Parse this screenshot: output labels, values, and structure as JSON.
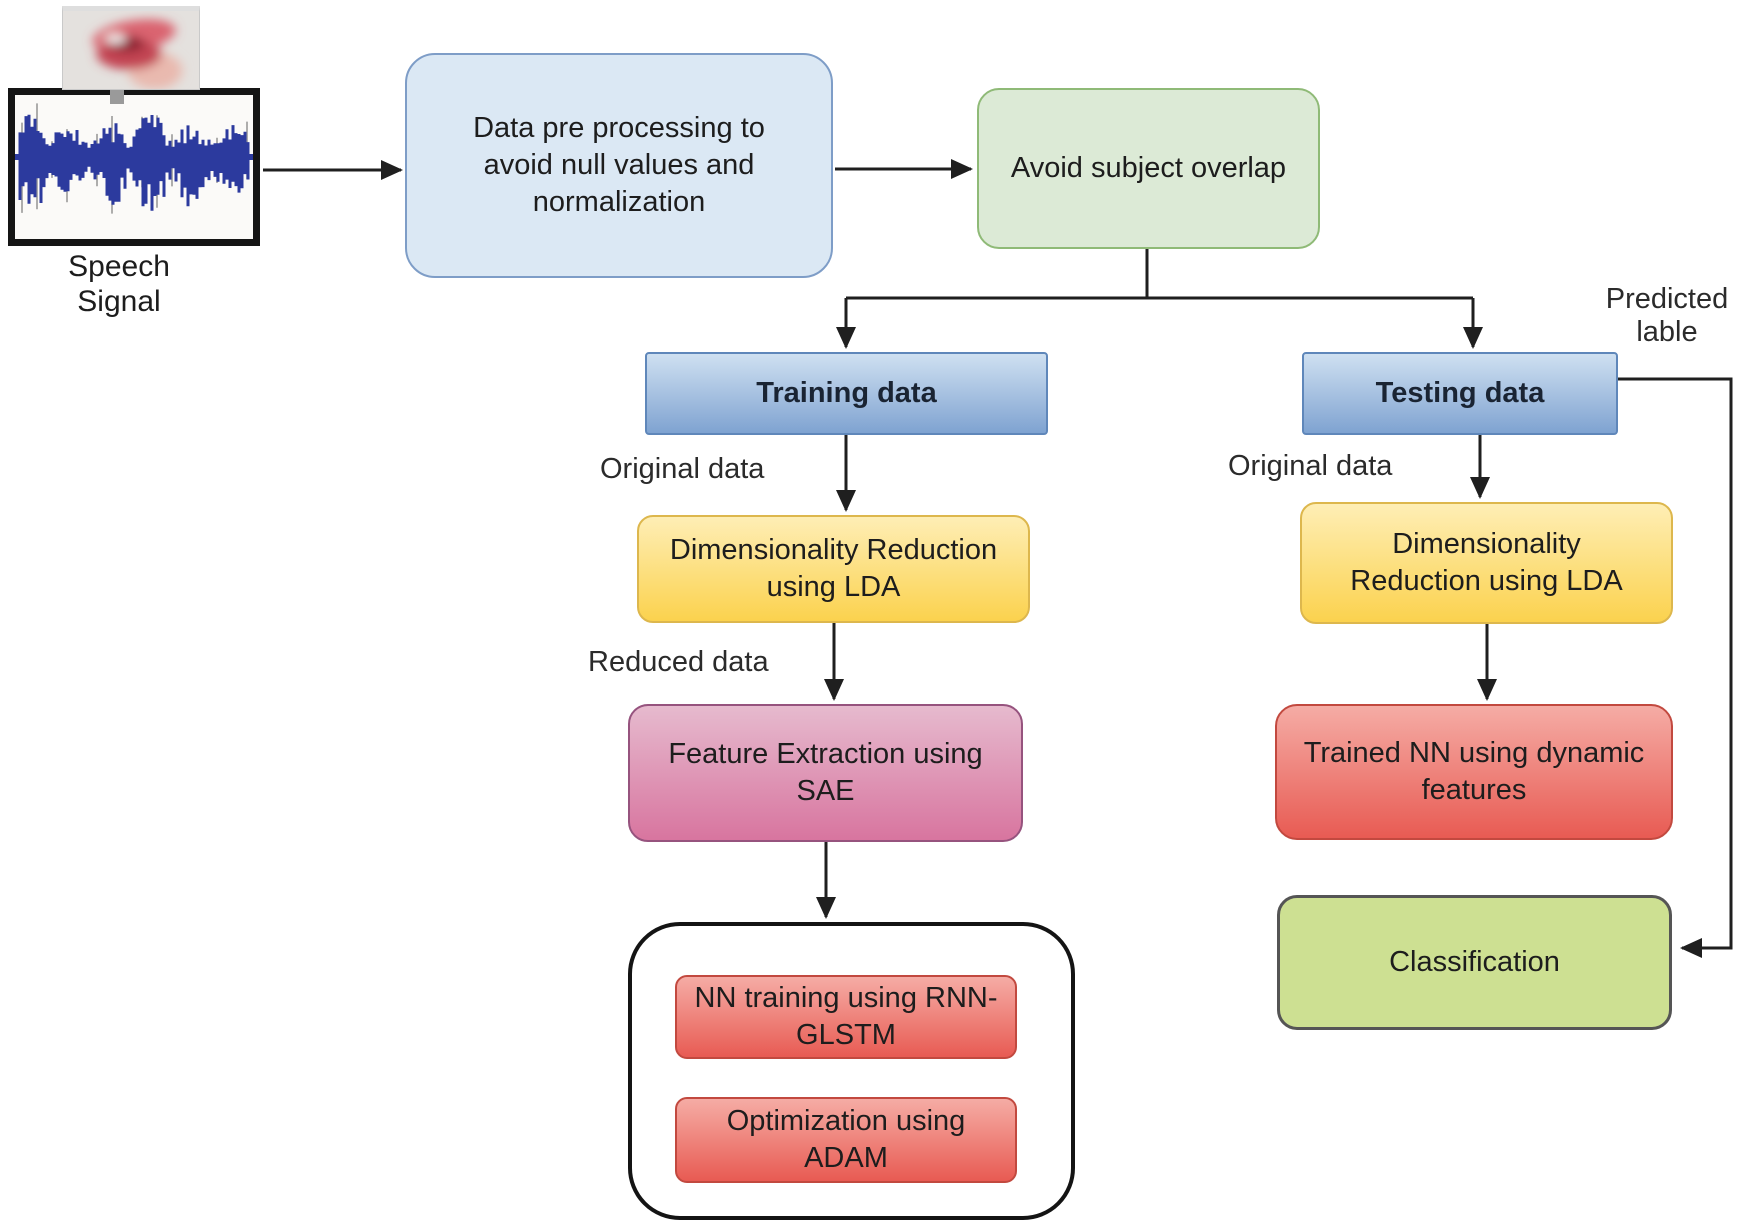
{
  "palette": {
    "blue-soft-fill": "#dbe8f4",
    "blue-soft-border": "#7e9dc7",
    "green-soft-fill": "#dcead6",
    "green-soft-border": "#8fba77",
    "blue-grad-top": "#cfe0f1",
    "blue-grad-bottom": "#7fa3d1",
    "blue-grad-border": "#5f87ba",
    "yellow-grad-top": "#feeeb5",
    "yellow-grad-bottom": "#fbd24e",
    "yellow-border": "#ddb74d",
    "pink-grad-top": "#e6bace",
    "pink-grad-bottom": "#d8759f",
    "pink-border": "#96537e",
    "red-grad-top": "#f5aca5",
    "red-grad-bottom": "#e85b53",
    "red-border": "#c2493f",
    "green-solid-fill": "#cde092",
    "green-solid-border": "#555555",
    "line-color": "#1f1f1f",
    "waveform-color": "#2c3a9e"
  },
  "speech_source": {
    "label": "Speech Signal"
  },
  "nodes": {
    "preprocessing": "Data pre processing to avoid null values and normalization",
    "avoid_overlap": "Avoid subject overlap",
    "training_data": "Training data",
    "testing_data": "Testing data",
    "lda_training": "Dimensionality Reduction using LDA",
    "lda_testing": "Dimensionality Reduction using LDA",
    "feature_extraction": "Feature Extraction using SAE",
    "nn_training": "NN training using RNN-GLSTM",
    "optimization": "Optimization using ADAM",
    "trained_nn": "Trained NN using dynamic features",
    "classification": "Classification"
  },
  "edge_labels": {
    "training_input": "Original data",
    "testing_input": "Original data",
    "reduced_data": "Reduced data",
    "predicted": "Predicted lable"
  }
}
